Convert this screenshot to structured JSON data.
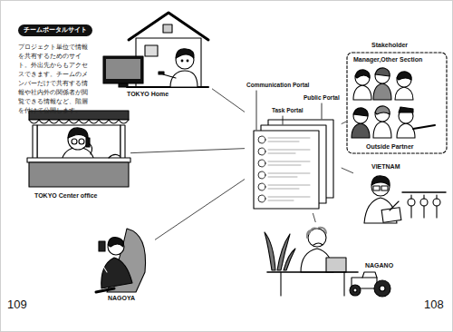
{
  "diagram": {
    "title": "チームポータルサイト",
    "nodes": [
      {
        "text": [
          "TOKYO Home"
        ]
      },
      {
        "text": [
          "Communication Portal",
          "Public Portal",
          "Task Portal"
        ]
      },
      {
        "text": [
          "Stakeholder",
          "Manager,Other Section",
          "Outside Partner"
        ]
      },
      {
        "text": [
          "TOKYO Center office"
        ]
      },
      {
        "text": [
          "VIETNAM"
        ]
      },
      {
        "text": [
          "NAGOYA"
        ]
      },
      {
        "text": [
          "NAGANO"
        ]
      }
    ],
    "edges": [
      {
        "from": 0,
        "to": 1,
        "arrow": "none"
      },
      {
        "from": 1,
        "to": 2,
        "arrow": "none"
      },
      {
        "from": 3,
        "to": 1,
        "arrow": "none"
      },
      {
        "from": 1,
        "to": 4,
        "arrow": "none"
      },
      {
        "from": 5,
        "to": 1,
        "arrow": "none"
      },
      {
        "from": 6,
        "to": 1,
        "arrow": "none"
      }
    ],
    "labels": [
      "プロジェクト単位で情報を共有するためのサイト。外出先からもアクセスできます。チームのメンバーだけで共有する情報や社内外の関係者が閲覧できる情報など、階層を付けて公開します。",
      "109",
      "108"
    ]
  }
}
